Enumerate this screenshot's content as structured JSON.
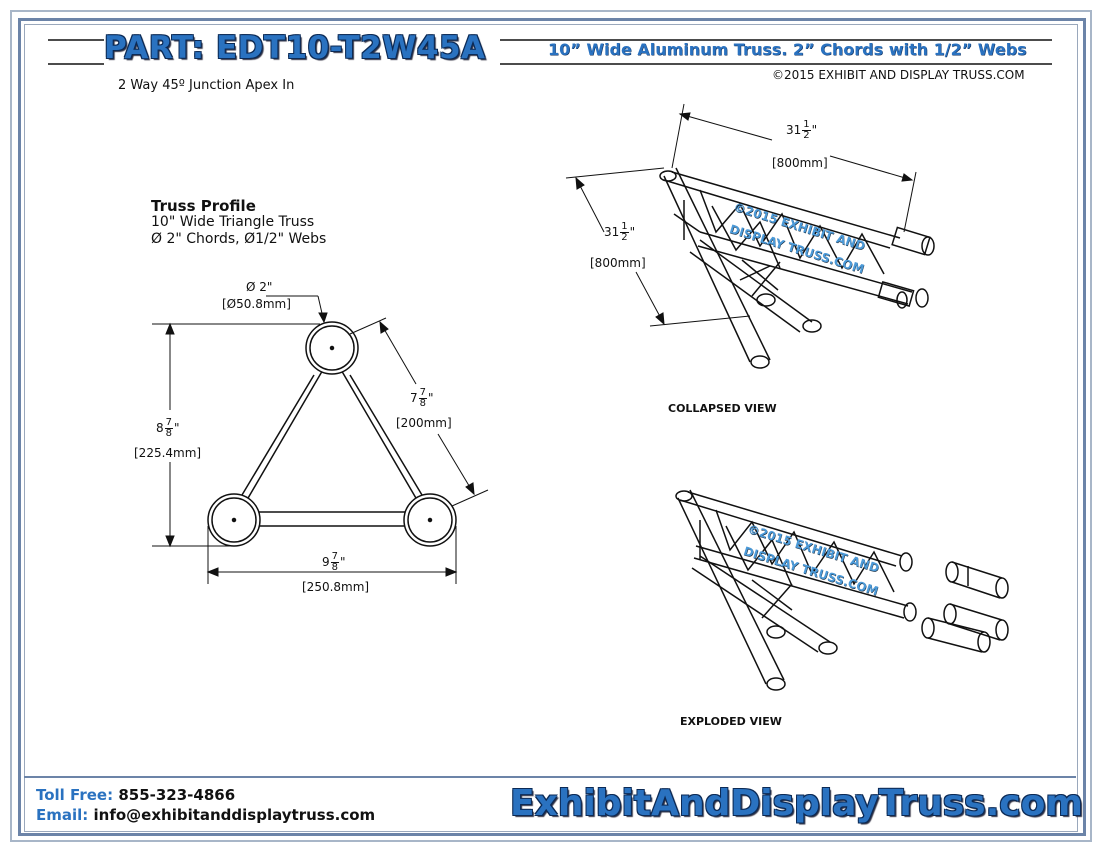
{
  "header": {
    "part_title": "PART: EDT10-T2W45A",
    "subtitle": "10” Wide Aluminum Truss. 2” Chords with 1/2” Webs",
    "copyright": "©2015 EXHIBIT AND DISPLAY TRUSS.COM",
    "description": "2 Way 45º Junction Apex In"
  },
  "profile": {
    "heading": "Truss Profile",
    "line1": "10\" Wide Triangle Truss",
    "line2": "Ø 2\" Chords, Ø1/2\" Webs",
    "chord_dia": "Ø  2\"",
    "chord_dia_mm": "[Ø50.8mm]",
    "height_whole": "8",
    "height_num": "7",
    "height_den": "8",
    "height_mm": "[225.4mm]",
    "side_whole": "7",
    "side_num": "7",
    "side_den": "8",
    "side_mm": "[200mm]",
    "width_whole": "9",
    "width_num": "7",
    "width_den": "8",
    "width_mm": "[250.8mm]",
    "inch_mark": "\""
  },
  "collapsed": {
    "length_whole": "31",
    "length_num": "1",
    "length_den": "2",
    "length_mm": "[800mm]",
    "leg_whole": "31",
    "leg_num": "1",
    "leg_den": "2",
    "leg_mm": "[800mm]",
    "label": "COLLAPSED VIEW",
    "watermark1": "©2015 EXHIBIT AND",
    "watermark2": "DISPLAY TRUSS.COM"
  },
  "exploded": {
    "label": "EXPLODED VIEW",
    "watermark1": "©2015 EXHIBIT AND",
    "watermark2": "DISPLAY TRUSS.COM"
  },
  "footer": {
    "toll_label": "Toll Free:",
    "toll_value": "855-323-4866",
    "email_label": "Email:",
    "email_value": "info@exhibitanddisplaytruss.com",
    "website": "ExhibitAndDisplayTruss.com"
  },
  "colors": {
    "brand_blue": "#2a72c0",
    "frame_blue": "#6c84a8",
    "line_black": "#111111"
  }
}
